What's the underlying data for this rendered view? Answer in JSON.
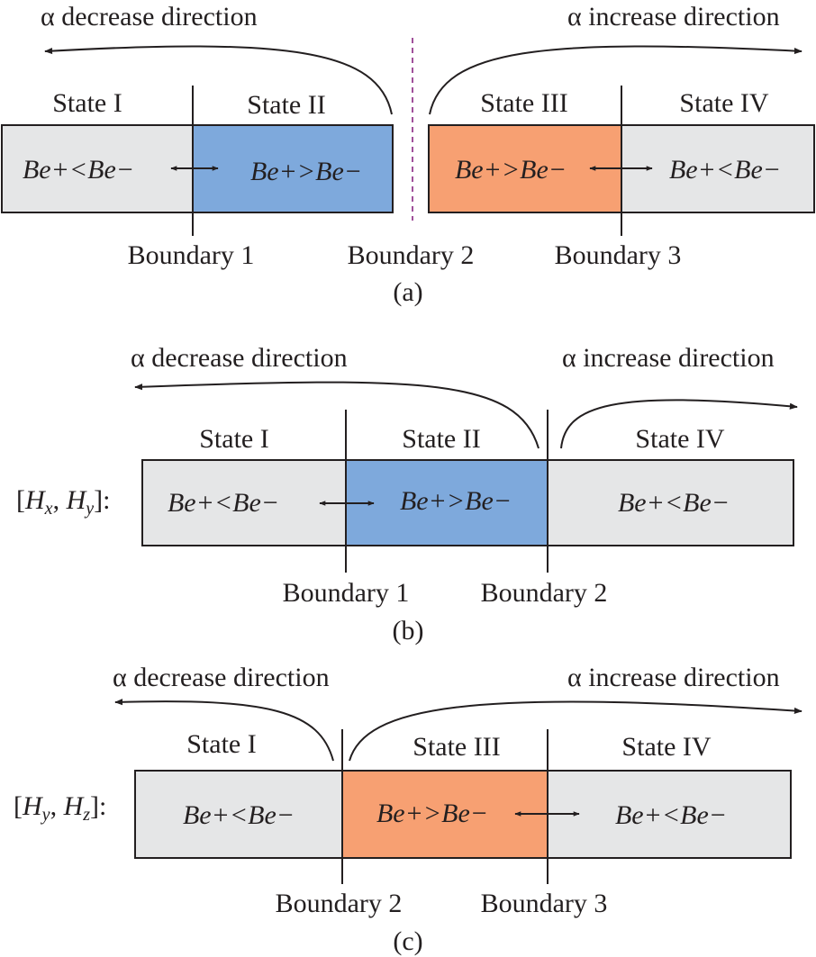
{
  "colors": {
    "gray": "#e5e6e7",
    "blue": "#7ea9dc",
    "orange": "#f7a072",
    "line": "#231f20",
    "divider": "#a0509a"
  },
  "panel_a": {
    "left_direction": "α decrease direction",
    "right_direction": "α increase direction",
    "states": [
      "State I",
      "State II",
      "State III",
      "State IV"
    ],
    "relations": [
      "Be+<Be−",
      "Be+>Be−",
      "Be+>Be−",
      "Be+<Be−"
    ],
    "boundaries": [
      "Boundary 1",
      "Boundary 2",
      "Boundary 3"
    ],
    "caption": "(a)"
  },
  "panel_b": {
    "row_label": "[Hx, Hy]:",
    "left_direction": "α decrease direction",
    "right_direction": "α increase direction",
    "states": [
      "State I",
      "State II",
      "State IV"
    ],
    "relations": [
      "Be+<Be−",
      "Be+>Be−",
      "Be+<Be−"
    ],
    "boundaries": [
      "Boundary 1",
      "Boundary 2"
    ],
    "caption": "(b)"
  },
  "panel_c": {
    "row_label": "[Hy, Hz]:",
    "left_direction": "α decrease direction",
    "right_direction": "α increase direction",
    "states": [
      "State I",
      "State III",
      "State IV"
    ],
    "relations": [
      "Be+<Be−",
      "Be+>Be−",
      "Be+<Be−"
    ],
    "boundaries": [
      "Boundary 2",
      "Boundary 3"
    ],
    "caption": "(c)"
  }
}
